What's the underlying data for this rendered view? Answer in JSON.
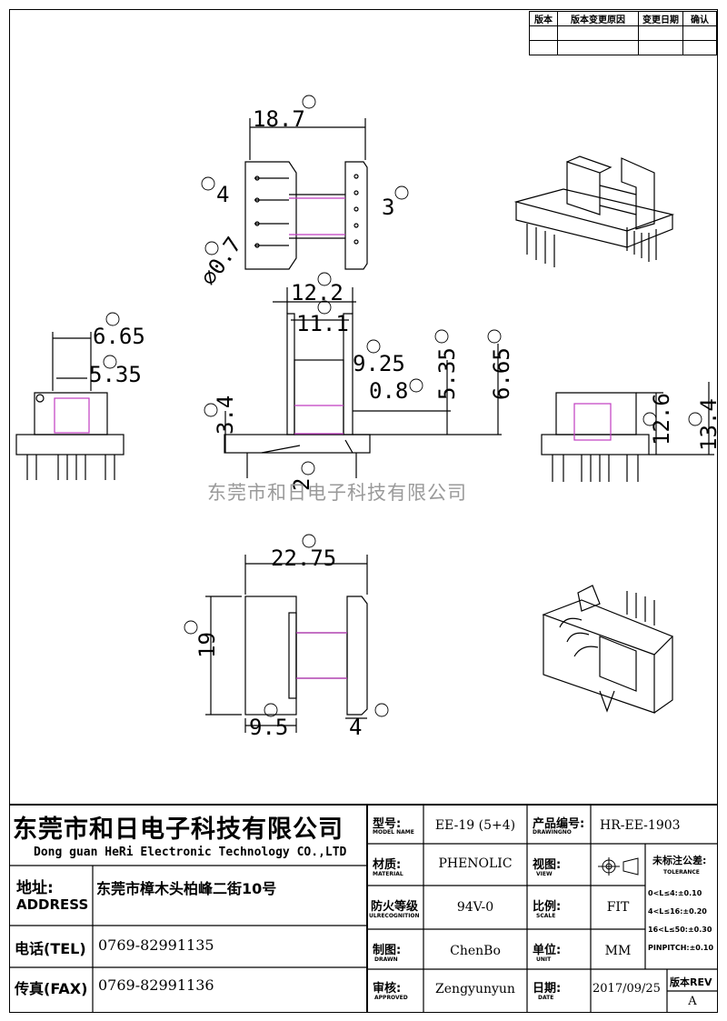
{
  "revision_table": {
    "headers": [
      "版本",
      "版本变更原因",
      "变更日期",
      "确认"
    ]
  },
  "dimensions": {
    "A": "18.7",
    "B": "4",
    "C": "3",
    "D": "⌀0.7",
    "E": "6.65",
    "F": "5.35",
    "G": "3.4",
    "H": "12.2",
    "I": "11.1",
    "J": "9.25",
    "K": "0.8",
    "L": "5.35",
    "M": "6.65",
    "N": "2",
    "O": "12.6",
    "P": "13.4",
    "Q": "22.75",
    "R": "19",
    "S": "9.5",
    "T": "4"
  },
  "watermark": "东莞市和日电子科技有限公司",
  "title_block": {
    "company_cn": "东莞市和日电子科技有限公司",
    "company_en": "Dong guan HeRi Electronic Technology CO.,LTD",
    "address_label_cn": "地址:",
    "address_label_en": "ADDRESS",
    "address_value": "东莞市樟木头柏峰二街10号",
    "tel_label": "电话(TEL)",
    "tel_value": "0769-82991135",
    "fax_label": "传真(FAX)",
    "fax_value": "0769-82991136",
    "model_label": "型号:",
    "model_sub": "MODEL NAME",
    "model_value": "EE-19 (5+4)",
    "product_label": "产品编号:",
    "product_sub": "DRAWINGNO",
    "product_value": "HR-EE-1903",
    "material_label": "材质:",
    "material_sub": "MATERIAL",
    "material_value": "PHENOLIC",
    "view_label": "视图:",
    "view_sub": "VIEW",
    "fire_label": "防火等级",
    "fire_sub": "ULRECOGNITION",
    "fire_value": "94V-0",
    "scale_label": "比例:",
    "scale_sub": "SCALE",
    "scale_value": "FIT",
    "drawn_label": "制图:",
    "drawn_sub": "DRAWN",
    "drawn_value": "ChenBo",
    "unit_label": "单位:",
    "unit_sub": "UNIT",
    "unit_value": "MM",
    "approved_label": "审核:",
    "approved_sub": "APPROVED",
    "approved_value": "Zengyunyun",
    "date_label": "日期:",
    "date_sub": "DATE",
    "date_value": "2017/09/25",
    "rev_label": "版本REV",
    "rev_value": "A",
    "tolerance_label": "未标注公差:",
    "tolerance_sub": "TOLERANCE",
    "tolerance_lines": [
      "0<L≤4:±0.10",
      "4<L≤16:±0.20",
      "16<L≤50:±0.30",
      "PINPITCH:±0.10"
    ]
  }
}
